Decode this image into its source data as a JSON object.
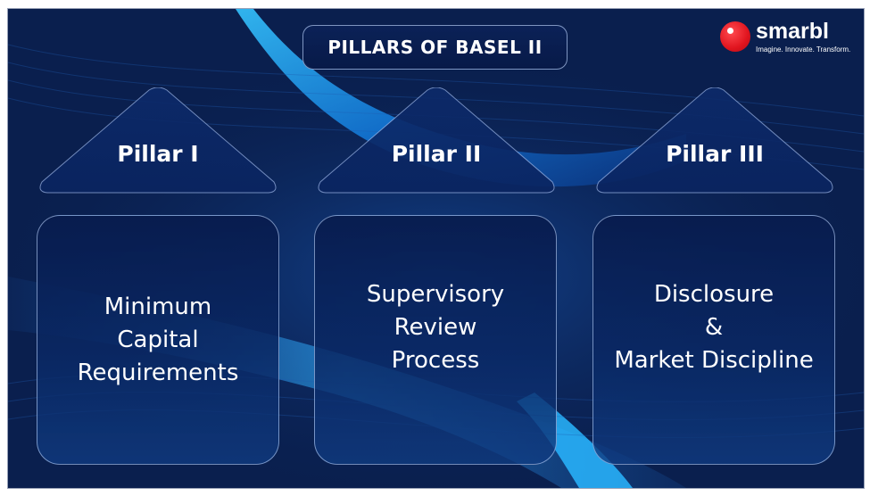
{
  "title": "PILLARS OF BASEL II",
  "logo": {
    "name": "smarbl",
    "tagline": "Imagine. Innovate. Transform."
  },
  "pillars": [
    {
      "heading": "Pillar I",
      "lines": [
        "Minimum",
        "Capital",
        "Requirements"
      ]
    },
    {
      "heading": "Pillar II",
      "lines": [
        "Supervisory",
        "Review",
        "Process"
      ]
    },
    {
      "heading": "Pillar III",
      "lines": [
        "Disclosure",
        "&",
        "Market Discipline"
      ]
    }
  ],
  "colors": {
    "background": "#0a1f4e",
    "accent_light": "#2fb4ff",
    "logo_red": "#e0141e",
    "text": "#ffffff"
  }
}
